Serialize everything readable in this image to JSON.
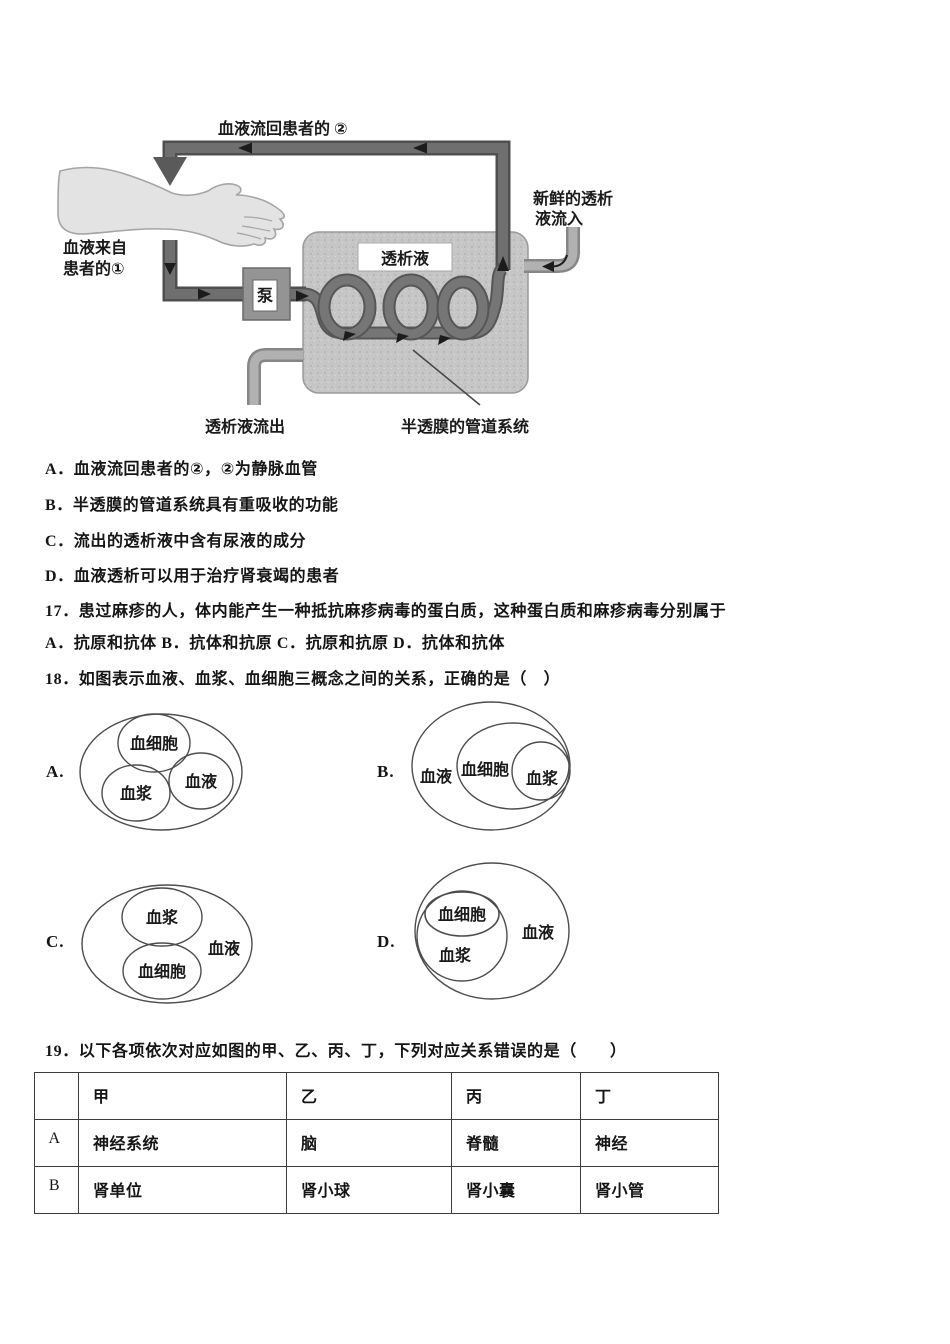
{
  "dialysis_figure": {
    "top_label": "血液流回患者的 ②",
    "left_label_line1": "血液来自",
    "left_label_line2": "患者的①",
    "fresh_label_line1": "新鲜的透析",
    "fresh_label_line2": "液流入",
    "tank_label": "透析液",
    "pump_label": "泵",
    "outflow_label": "透析液流出",
    "membrane_label": "半透膜的管道系统"
  },
  "question16": {
    "options": [
      "A．血液流回患者的②，②为静脉血管",
      "B．半透膜的管道系统具有重吸收的功能",
      "C．流出的透析液中含有尿液的成分",
      "D．血液透析可以用于治疗肾衰竭的患者"
    ]
  },
  "question17": {
    "stem": "17．患过麻疹的人，体内能产生一种抵抗麻疹病毒的蛋白质，这种蛋白质和麻疹病毒分别属于",
    "options_line": "A．抗原和抗体 B．抗体和抗原  C．抗原和抗原  D．抗体和抗体"
  },
  "question18": {
    "stem": "18．如图表示血液、血浆、血细胞三概念之间的关系，正确的是（　）",
    "option_labels": {
      "A": "A.",
      "B": "B.",
      "C": "C.",
      "D": "D."
    },
    "set_labels": {
      "blood": "血液",
      "plasma": "血浆",
      "cells": "血细胞"
    }
  },
  "question19": {
    "stem": "19．以下各项依次对应如图的甲、乙、丙、丁，下列对应关系错误的是（　　）",
    "table": {
      "headers": [
        "",
        "甲",
        "乙",
        "丙",
        "丁"
      ],
      "rows": [
        {
          "label": "A",
          "cells": [
            "神经系统",
            "脑",
            "脊髓",
            "神经"
          ]
        },
        {
          "label": "B",
          "cells": [
            "肾单位",
            "肾小球",
            "肾小囊",
            "肾小管"
          ]
        }
      ]
    }
  }
}
